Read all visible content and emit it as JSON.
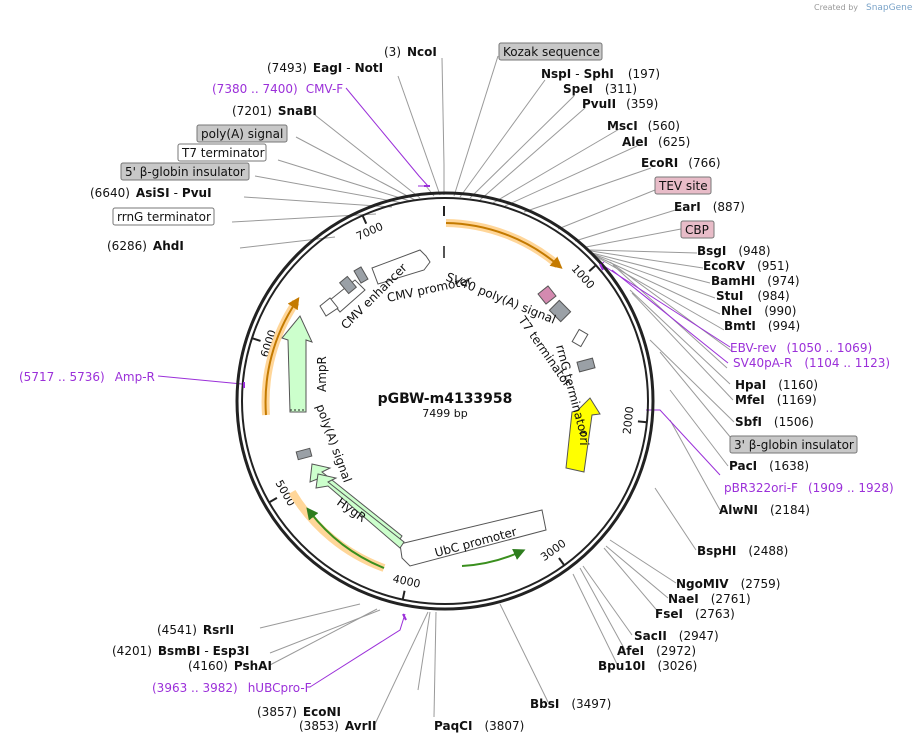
{
  "plasmid": {
    "name": "pGBW-m4133958",
    "length_label": "7499 bp",
    "total_bp": 7499
  },
  "credit": {
    "prefix": "Created by",
    "brand": "SnapGene"
  },
  "colors": {
    "backbone": "#222222",
    "feature_fill": "#ccffcc",
    "ori_fill": "#ffff00",
    "primer": "#9b30d9",
    "orange": "#ffb366"
  },
  "ticks": [
    {
      "bp": 1000,
      "label": "1000"
    },
    {
      "bp": 2000,
      "label": "2000"
    },
    {
      "bp": 3000,
      "label": "3000"
    },
    {
      "bp": 4000,
      "label": "4000"
    },
    {
      "bp": 5000,
      "label": "5000"
    },
    {
      "bp": 6000,
      "label": "6000"
    },
    {
      "bp": 7000,
      "label": "7000"
    }
  ],
  "sites": [
    {
      "id": "ncoi",
      "name": "NcoI",
      "pos": "(3)",
      "bp": 3
    },
    {
      "id": "eagi",
      "name": "EagI",
      "name2": "NotI",
      "pos": "(7493)",
      "bp": 7493
    },
    {
      "id": "snabi",
      "name": "SnaBI",
      "pos": "(7201)",
      "bp": 7201
    },
    {
      "id": "asisi",
      "name": "AsiSI",
      "name2": "PvuI",
      "pos": "(6640)",
      "bp": 6640
    },
    {
      "id": "ahdi",
      "name": "AhdI",
      "pos": "(6286)",
      "bp": 6286
    },
    {
      "id": "nspi",
      "name": "NspI",
      "name2": "SphI",
      "pos": "(197)",
      "bp": 197
    },
    {
      "id": "spei",
      "name": "SpeI",
      "pos": "(311)",
      "bp": 311
    },
    {
      "id": "pvuii",
      "name": "PvuII",
      "pos": "(359)",
      "bp": 359
    },
    {
      "id": "msci",
      "name": "MscI",
      "pos": "(560)",
      "bp": 560
    },
    {
      "id": "alei",
      "name": "AleI",
      "pos": "(625)",
      "bp": 625
    },
    {
      "id": "ecori",
      "name": "EcoRI",
      "pos": "(766)",
      "bp": 766
    },
    {
      "id": "eari",
      "name": "EarI",
      "pos": "(887)",
      "bp": 887
    },
    {
      "id": "bsgi",
      "name": "BsgI",
      "pos": "(948)",
      "bp": 948
    },
    {
      "id": "ecorv",
      "name": "EcoRV",
      "pos": "(951)",
      "bp": 951
    },
    {
      "id": "bamhi",
      "name": "BamHI",
      "pos": "(974)",
      "bp": 974
    },
    {
      "id": "stui",
      "name": "StuI",
      "pos": "(984)",
      "bp": 984
    },
    {
      "id": "nhei",
      "name": "NheI",
      "pos": "(990)",
      "bp": 990
    },
    {
      "id": "bmti",
      "name": "BmtI",
      "pos": "(994)",
      "bp": 994
    },
    {
      "id": "hpai",
      "name": "HpaI",
      "pos": "(1160)",
      "bp": 1160
    },
    {
      "id": "mfei",
      "name": "MfeI",
      "pos": "(1169)",
      "bp": 1169
    },
    {
      "id": "sbfi",
      "name": "SbfI",
      "pos": "(1506)",
      "bp": 1506
    },
    {
      "id": "paci",
      "name": "PacI",
      "pos": "(1638)",
      "bp": 1638
    },
    {
      "id": "alwni",
      "name": "AlwNI",
      "pos": "(2184)",
      "bp": 2184
    },
    {
      "id": "bsphi",
      "name": "BspHI",
      "pos": "(2488)",
      "bp": 2488
    },
    {
      "id": "ngomiv",
      "name": "NgoMIV",
      "pos": "(2759)",
      "bp": 2759
    },
    {
      "id": "naei",
      "name": "NaeI",
      "pos": "(2761)",
      "bp": 2761
    },
    {
      "id": "fsei",
      "name": "FseI",
      "pos": "(2763)",
      "bp": 2763
    },
    {
      "id": "sacii",
      "name": "SacII",
      "pos": "(2947)",
      "bp": 2947
    },
    {
      "id": "afei",
      "name": "AfeI",
      "pos": "(2972)",
      "bp": 2972
    },
    {
      "id": "bpu10i",
      "name": "Bpu10I",
      "pos": "(3026)",
      "bp": 3026
    },
    {
      "id": "bbsi",
      "name": "BbsI",
      "pos": "(3497)",
      "bp": 3497
    },
    {
      "id": "paqci",
      "name": "PaqCI",
      "pos": "(3807)",
      "bp": 3807
    },
    {
      "id": "avrii",
      "name": "AvrII",
      "pos": "(3853)",
      "bp": 3853
    },
    {
      "id": "econi",
      "name": "EcoNI",
      "pos": "(3857)",
      "bp": 3857
    },
    {
      "id": "pshai",
      "name": "PshAI",
      "pos": "(4160)",
      "bp": 4160
    },
    {
      "id": "bsmbi",
      "name": "BsmBI",
      "name2": "Esp3I",
      "pos": "(4201)",
      "bp": 4201
    },
    {
      "id": "rsrii",
      "name": "RsrII",
      "pos": "(4541)",
      "bp": 4541
    }
  ],
  "primers": [
    {
      "id": "cmvf",
      "name": "CMV-F",
      "range": "(7380 .. 7400)"
    },
    {
      "id": "ebvrev",
      "name": "EBV-rev",
      "range": "(1050 .. 1069)"
    },
    {
      "id": "sv40par",
      "name": "SV40pA-R",
      "range": "(1104 .. 1123)"
    },
    {
      "id": "pbr322",
      "name": "pBR322ori-F",
      "range": "(1909 .. 1928)"
    },
    {
      "id": "hubc",
      "name": "hUBCpro-F",
      "range": "(3963 .. 3982)"
    },
    {
      "id": "ampr",
      "name": "Amp-R",
      "range": "(5717 .. 5736)"
    }
  ],
  "boxed_features": [
    {
      "id": "kozak",
      "text": "Kozak sequence",
      "style": "gray"
    },
    {
      "id": "polya",
      "text": "poly(A) signal",
      "style": "gray"
    },
    {
      "id": "t7term",
      "text": "T7 terminator",
      "style": "white"
    },
    {
      "id": "b5ins",
      "text": "5' β-globin insulator",
      "style": "gray"
    },
    {
      "id": "rrngterm",
      "text": "rrnG terminator",
      "style": "white"
    },
    {
      "id": "tev",
      "text": "TEV site",
      "style": "pink"
    },
    {
      "id": "cbp",
      "text": "CBP",
      "style": "pink"
    },
    {
      "id": "b3ins",
      "text": "3' β-globin insulator",
      "style": "gray"
    }
  ],
  "inner_labels": {
    "cmv_enhancer": "CMV enhancer",
    "cmv_promoter": "CMV promoter",
    "sv40_polya": "SV40 poly(A) signal",
    "t7_terminator": "T7 terminator",
    "rrng_terminator": "rrnG terminator",
    "ori": "ori",
    "ubc_promoter": "UbC promoter",
    "hygr": "HygR",
    "polya": "poly(A) signal",
    "ampr": "AmpR"
  }
}
